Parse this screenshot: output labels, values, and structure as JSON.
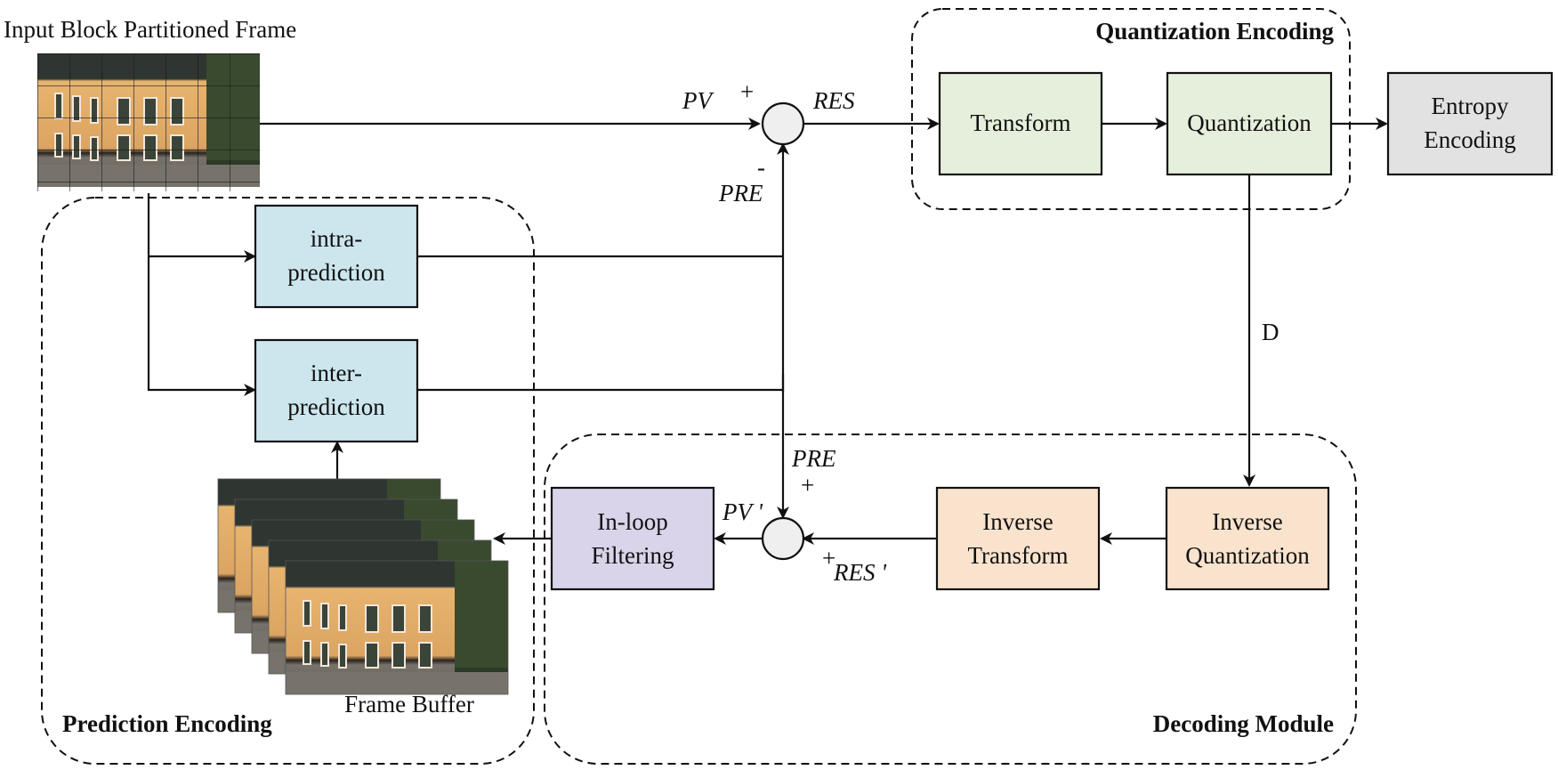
{
  "title": "Video encoder block diagram",
  "colors": {
    "quant_block": "#e6efdc",
    "entropy_block": "#e2e2e2",
    "pred_block": "#cde6ee",
    "decode_block": "#fae3cd",
    "filter_block": "#dad4ea",
    "sum_node": "#efefef"
  },
  "input": {
    "label": "Input Block Partitioned Frame"
  },
  "groups": {
    "quantization": "Quantization Encoding",
    "prediction": "Prediction Encoding",
    "decoding": "Decoding Module"
  },
  "blocks": {
    "transform": [
      "Transform"
    ],
    "quantization": [
      "Quantization"
    ],
    "entropy": [
      "Entropy",
      "Encoding"
    ],
    "intra": [
      "intra-",
      "prediction"
    ],
    "inter": [
      "inter-",
      "prediction"
    ],
    "inv_quant": [
      "Inverse",
      "Quantization"
    ],
    "inv_transform": [
      "Inverse",
      "Transform"
    ],
    "inloop": [
      "In-loop",
      "Filtering"
    ]
  },
  "frame_buffer": {
    "label": "Frame Buffer",
    "frames": 5
  },
  "signals": {
    "pv": "PV",
    "res": "RES",
    "pre_top": "PRE",
    "pre_bottom": "PRE",
    "pv_prime": "PV '",
    "res_prime": "RES '",
    "d": "D",
    "plus": "+",
    "minus": "-"
  }
}
